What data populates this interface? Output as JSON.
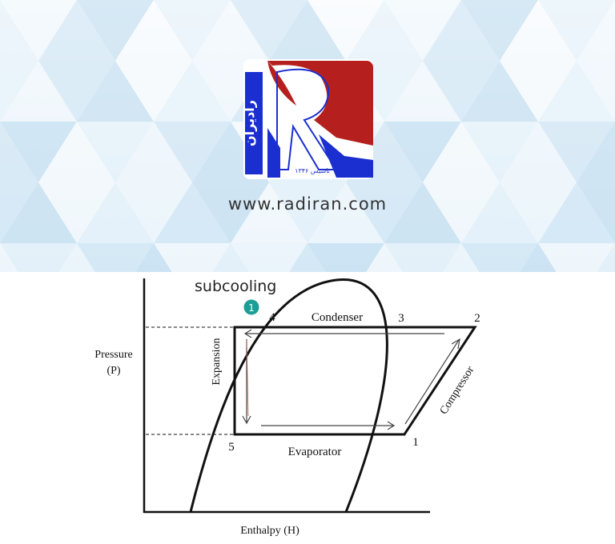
{
  "banner": {
    "website": "www.radiran.com",
    "logo_letter": "R",
    "logo_text": "رادیران",
    "logo_est": "تاسیس ۱۳۴۶",
    "colors": {
      "red": "#b5201e",
      "blue": "#1b2fd0",
      "background": "#e4f1fa"
    }
  },
  "diagram": {
    "y_axis_label_line1": "Pressure",
    "y_axis_label_line2": "(P)",
    "x_axis_label": "Enthalpy (H)",
    "annotation": "subcooling",
    "badge": "1",
    "badge_color": "#1a9e96",
    "processes": {
      "condenser": "Condenser",
      "expansion": "Expansion",
      "evaporator": "Evaporator",
      "compressor": "Compressor"
    },
    "points": [
      "1",
      "2",
      "3",
      "4",
      "5"
    ]
  }
}
